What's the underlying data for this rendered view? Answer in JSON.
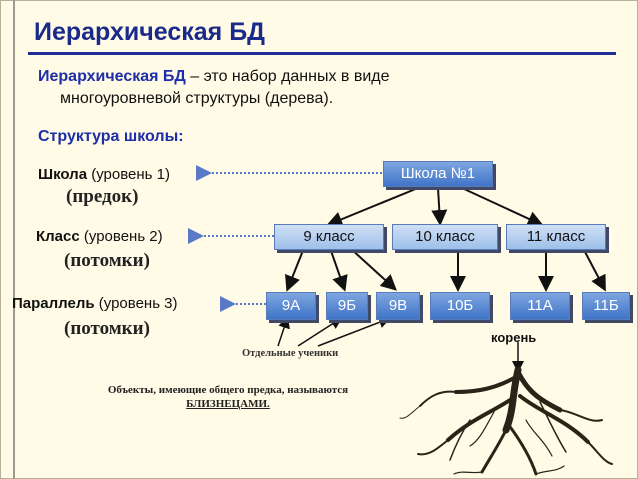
{
  "title": "Иерархическая БД",
  "definition": {
    "term": "Иерархическая БД",
    "rest_line1": " – это набор данных в виде",
    "line2": "многоуровневой структуры (дерева)."
  },
  "structure_title": "Структура школы:",
  "levels": [
    {
      "name": "Школа",
      "detail": " (уровень 1)",
      "role": "(предок)"
    },
    {
      "name": "Класс",
      "detail": " (уровень 2)",
      "role": "(потомки)"
    },
    {
      "name": "Параллель",
      "detail": " (уровень 3)",
      "role": "(потомки)"
    }
  ],
  "tree": {
    "root": "Школа №1",
    "classes": [
      "9 класс",
      "10 класс",
      "11 класс"
    ],
    "parallels": [
      "9А",
      "9Б",
      "9В",
      "10Б",
      "11А",
      "11Б"
    ]
  },
  "notes": {
    "students": "Отдельные ученики",
    "siblings_line1": "Объекты, имеющие общего предка, называются",
    "siblings_line2": "БЛИЗНЕЦАМИ.",
    "root_label": "корень"
  },
  "colors": {
    "title": "#1a2a8a",
    "accent": "#1e2ea8",
    "box_light": "#b4cff0",
    "box_dark": "#3f74c8",
    "connector": "#5a7ac8"
  }
}
